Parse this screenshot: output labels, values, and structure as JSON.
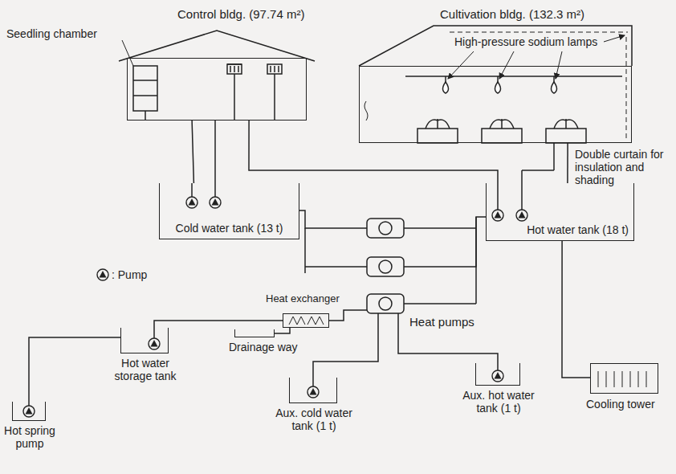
{
  "diagram": {
    "nodes": [
      {
        "text": [
          "Control bldg. (97.74 m²)"
        ]
      },
      {
        "text": [
          "Cultivation bldg. (132.3 m²)"
        ]
      },
      {
        "text": [
          "Cold water tank (13 t)"
        ]
      },
      {
        "text": [
          "Heat pumps"
        ]
      },
      {
        "text": [
          "Hot water tank (18 t)"
        ]
      },
      {
        "text": [
          "Heat exchanger"
        ]
      },
      {
        "text": [
          "Hot water storage tank"
        ]
      },
      {
        "text": [
          "Drainage way"
        ]
      },
      {
        "text": [
          "Aux. cold water tank (1 t)"
        ]
      },
      {
        "text": [
          "Aux. hot water tank (1 t)"
        ]
      },
      {
        "text": [
          "Cooling tower"
        ]
      },
      {
        "text": [
          "Hot spring pump"
        ]
      }
    ],
    "edges": [
      {
        "from": 2,
        "to": 0,
        "arrow": "none"
      },
      {
        "from": 4,
        "to": 0,
        "arrow": "none"
      },
      {
        "from": 4,
        "to": 1,
        "arrow": "none"
      },
      {
        "from": 2,
        "to": 3,
        "arrow": "none"
      },
      {
        "from": 4,
        "to": 3,
        "arrow": "none"
      },
      {
        "from": 3,
        "to": 5,
        "arrow": "none"
      },
      {
        "from": 6,
        "to": 5,
        "arrow": "none"
      },
      {
        "from": 5,
        "to": 7,
        "arrow": "none"
      },
      {
        "from": 8,
        "to": 3,
        "arrow": "none"
      },
      {
        "from": 9,
        "to": 3,
        "arrow": "none"
      },
      {
        "from": 10,
        "to": 4,
        "arrow": "none"
      },
      {
        "from": 11,
        "to": 6,
        "arrow": "none"
      }
    ],
    "labels": [
      "Seedling chamber",
      "High-pressure sodium lamps",
      "Double curtain for insulation and shading"
    ],
    "legend": [
      {
        "text": ": Pump"
      }
    ]
  }
}
